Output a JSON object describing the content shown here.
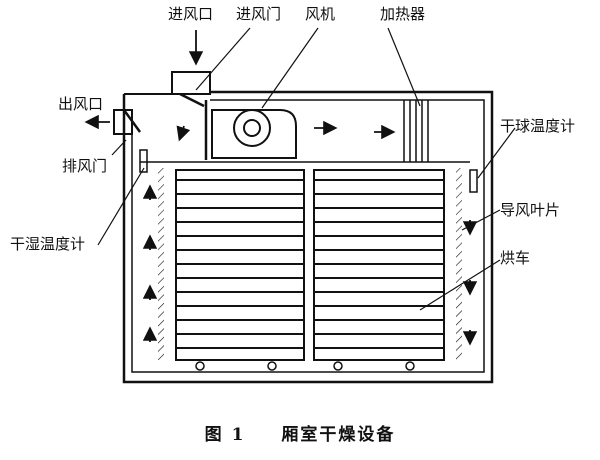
{
  "labels": {
    "inlet": "进风口",
    "inlet_door": "进风门",
    "fan": "风机",
    "heater": "加热器",
    "outlet": "出风口",
    "exhaust_door": "排风门",
    "dry_bulb_thermometer": "干球温度计",
    "guide_vanes": "导风叶片",
    "dry_wet_thermometer": "干湿温度计",
    "drying_cart": "烘车"
  },
  "caption": {
    "number": "图 1",
    "title": "厢室干燥设备"
  },
  "colors": {
    "ink": "#111111",
    "background": "#ffffff"
  }
}
